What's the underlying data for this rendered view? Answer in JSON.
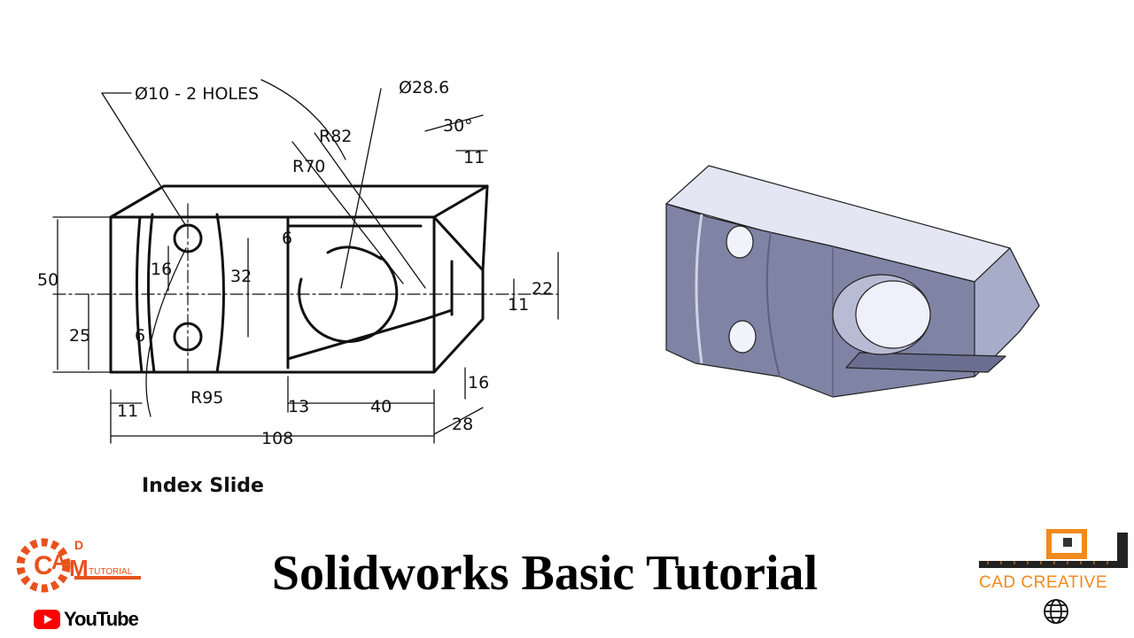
{
  "drawing": {
    "caption": "Index Slide",
    "hole_note": "Ø10 - 2 HOLES",
    "bore_note": "Ø28.6",
    "radius_r82": "R82",
    "radius_r70": "R70",
    "radius_r95": "R95",
    "angle": "30°",
    "dims": {
      "d50": "50",
      "d25": "25",
      "d16": "16",
      "d32": "32",
      "d6a": "6",
      "d6b": "6",
      "d11_top": "11",
      "d22": "22",
      "d11_right": "11",
      "d11_left": "11",
      "d13": "13",
      "d40": "40",
      "d108": "108",
      "d16_right": "16",
      "d28": "28"
    }
  },
  "title": "Solidworks Basic Tutorial",
  "branding": {
    "left_logo_letters": [
      "C",
      "A",
      "D",
      "M"
    ],
    "left_logo_suffix": "TUTORIAL",
    "youtube_label": "YouTube",
    "right_logo_text": "CAD CREATIVE",
    "colors": {
      "brand_orange": "#e8521c",
      "youtube_red": "#ff0000",
      "cad_creative_orange": "#f08a1c"
    }
  },
  "icons": [
    "cad-tutorial-gear-logo-icon",
    "youtube-play-icon",
    "cad-creative-logo-icon",
    "globe-icon"
  ]
}
